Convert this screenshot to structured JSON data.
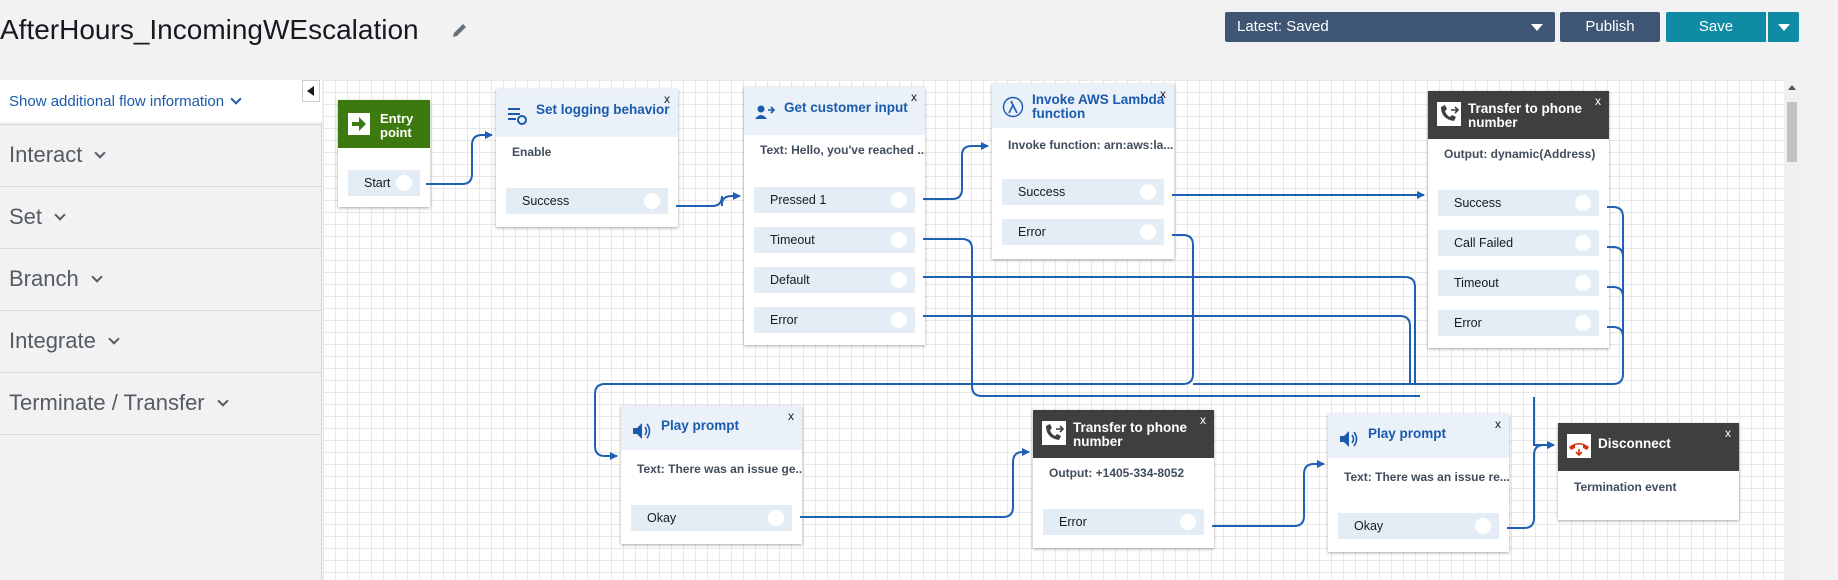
{
  "header": {
    "flow_title": "AfterHours_IncomingWEscalation",
    "version_label": "Latest: Saved",
    "publish_label": "Publish",
    "save_label": "Save"
  },
  "sidebar": {
    "show_info_label": "Show additional flow information",
    "groups": [
      "Interact",
      "Set",
      "Branch",
      "Integrate",
      "Terminate / Transfer"
    ]
  },
  "blocks": {
    "entry": {
      "title": "Entry point",
      "branches": [
        "Start"
      ]
    },
    "logging": {
      "title": "Set logging behavior",
      "close": "x",
      "desc": "Enable",
      "branches": [
        "Success"
      ]
    },
    "input": {
      "title": "Get customer input",
      "close": "x",
      "desc": "Text: Hello, you've reached ...",
      "branches": [
        "Pressed 1",
        "Timeout",
        "Default",
        "Error"
      ]
    },
    "lambda": {
      "title": "Invoke AWS Lambda function",
      "close": "x",
      "desc": "Invoke function: arn:aws:la...",
      "branches": [
        "Success",
        "Error"
      ]
    },
    "transfer1": {
      "title": "Transfer to phone number",
      "close": "x",
      "desc": "Output: dynamic(Address)",
      "branches": [
        "Success",
        "Call Failed",
        "Timeout",
        "Error"
      ]
    },
    "prompt1": {
      "title": "Play prompt",
      "close": "x",
      "desc": "Text: There was an issue ge...",
      "branches": [
        "Okay"
      ]
    },
    "transfer2": {
      "title": "Transfer to phone number",
      "close": "x",
      "desc": "Output: +1405-334-8052",
      "branches": [
        "Error"
      ]
    },
    "prompt2": {
      "title": "Play prompt",
      "close": "x",
      "desc": "Text: There was an issue re...",
      "branches": [
        "Okay"
      ]
    },
    "disconnect": {
      "title": "Disconnect",
      "close": "x",
      "desc": "Termination event"
    }
  },
  "colors": {
    "accent_blue": "#1b5aad",
    "wire": "#1f5fb4",
    "header_button": "#3e5574",
    "save_button": "#0f8ba3",
    "entry_green": "#3c7a0f",
    "dark_block": "#3f3f3f"
  },
  "icons": {
    "edit": "pencil-icon",
    "entry": "arrow-right-icon",
    "logging": "log-settings-icon",
    "input": "customer-input-icon",
    "lambda": "lambda-icon",
    "transfer": "phone-transfer-icon",
    "prompt": "speaker-icon",
    "disconnect": "hangup-icon"
  }
}
